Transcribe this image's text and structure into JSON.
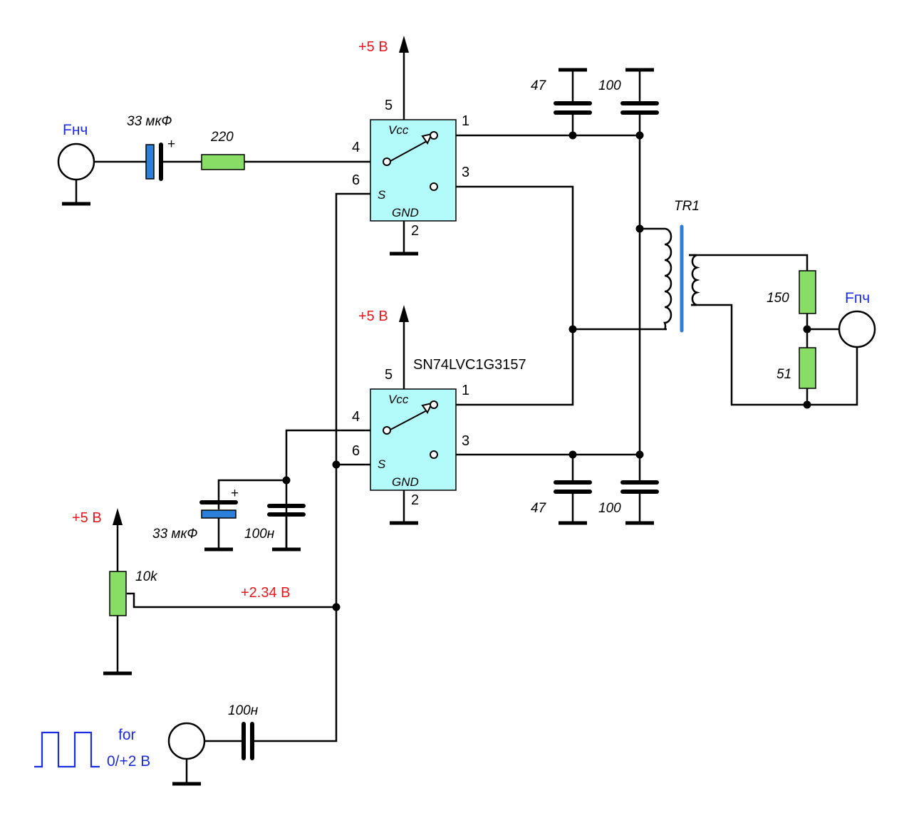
{
  "power": {
    "top_ic": "+5 В",
    "bottom_ic": "+5 В",
    "pot": "+5 В",
    "bias": "+2.34 В"
  },
  "connectors": {
    "lf_in": "Fнч",
    "if_out": "Fпч",
    "clock_line1": "for",
    "clock_line2": "0/+2 В"
  },
  "components": {
    "in_cap": "33 мкФ",
    "in_cap_pol": "+",
    "in_res": "220",
    "c47_top": "47",
    "c100_top": "100",
    "c47_bot": "47",
    "c100_bot": "100",
    "tr": "TR1",
    "r150": "150",
    "r51": "51",
    "ic_part": "SN74LVC1G3157",
    "bias_ecap": "33 мкФ",
    "bias_ecap_pol": "+",
    "bias_cap": "100н",
    "pot": "10k",
    "clk_cap": "100н"
  },
  "ic": {
    "vcc": "Vcc",
    "s": "S",
    "gnd": "GND",
    "pin1": "1",
    "pin2": "2",
    "pin3": "3",
    "pin4": "4",
    "pin5": "5",
    "pin6": "6"
  },
  "colors": {
    "ic_fill": "#b3fafa",
    "resistor_fill": "#88dd66",
    "ecap_fill": "#2b7fd8",
    "power_label": "#e8151b",
    "signal_label": "#1c2ce0",
    "core": "#2b7fd8"
  }
}
